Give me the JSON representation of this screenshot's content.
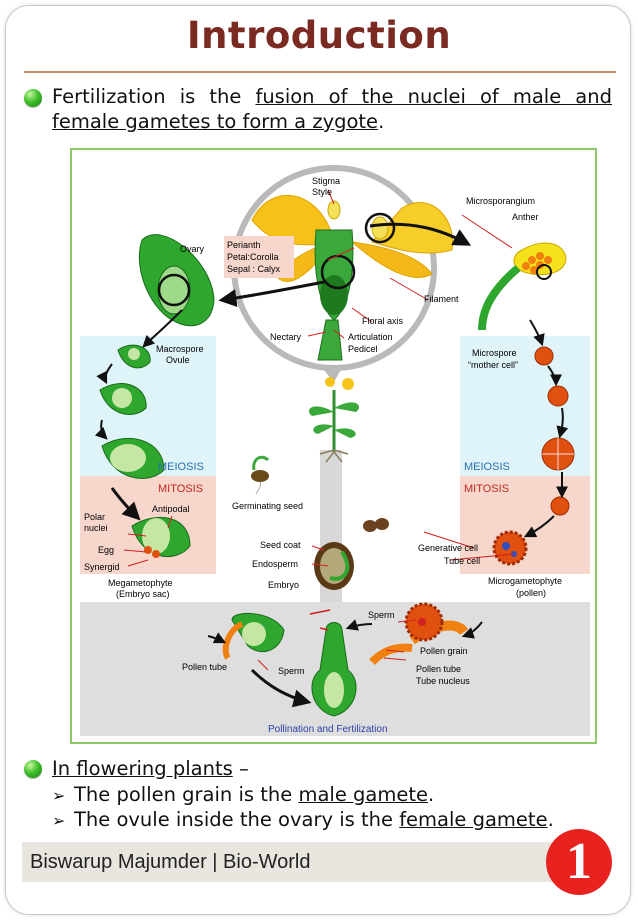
{
  "title": "Introduction",
  "intro": {
    "lead": "Fertilization is the",
    "underlined": "fusion of the nuclei of male and female gametes to form a zygote",
    "tail": "."
  },
  "diagram": {
    "labels": {
      "stigma": "Stigma",
      "style": "Style",
      "ovary": "Ovary",
      "perianth": "Perianth",
      "petal": "Petal:Corolla",
      "sepal": "Sepal : Calyx",
      "microsporangium": "Microsporangium",
      "anther": "Anther",
      "filament": "Filament",
      "floral_axis": "Floral axis",
      "nectary": "Nectary",
      "articulation": "Articulation",
      "pedicel": "Pedicel",
      "macrospore": "Macrospore",
      "ovule": "Ovule",
      "microspore": "Microspore",
      "mother_cell": "“mother cell”",
      "meiosis_left": "MEIOSIS",
      "meiosis_right": "MEIOSIS",
      "mitosis_left": "MITOSIS",
      "mitosis_right": "MITOSIS",
      "germinating_seed": "Germinating seed",
      "polar": "Polar",
      "nuclei": "nuclei",
      "antipodal": "Antipodal",
      "egg": "Egg",
      "synergid": "Synergid",
      "megametophyte": "Megametophyte",
      "embryo_sac": "(Embryo sac)",
      "seed_coat": "Seed coat",
      "endosperm": "Endosperm",
      "embryo": "Embryo",
      "generative_cell": "Generative cell",
      "tube_cell": "Tube cell",
      "microgametophyte": "Microgametophyte",
      "pollen": "(pollen)",
      "sperm_top": "Sperm",
      "pollen_grain": "Pollen grain",
      "pollen_tube_right": "Pollen tube",
      "tube_nucleus": "Tube nucleus",
      "pollen_tube_left": "Pollen tube",
      "sperm_bottom": "Sperm",
      "pollination": "Pollination and Fertilization"
    }
  },
  "flowering": {
    "heading": "In flowering plants",
    "dash": " –",
    "items": [
      {
        "lead": "The pollen grain is the ",
        "underlined": "male gamete",
        "tail": "."
      },
      {
        "lead": "The ovule inside the ovary is the ",
        "underlined": "female gamete",
        "tail": "."
      }
    ]
  },
  "footer": "Biswarup Majumder | Bio-World",
  "page_number": "1",
  "colors": {
    "title": "#7b2a22",
    "accent_green": "#3fbf2a",
    "diagram_border": "#8dc86b",
    "badge": "#e8231f",
    "meiosis_bg": "#def4f8",
    "mitosis_bg": "#f7d6cc",
    "pollination_bg": "#dedede"
  }
}
